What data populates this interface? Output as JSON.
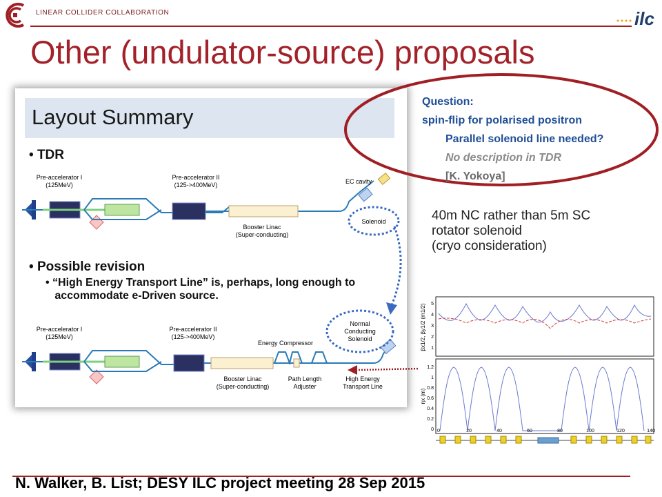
{
  "header": {
    "org_name": "LINEAR COLLIDER COLLABORATION",
    "ilc_logo": "ilc",
    "accent_color": "#a01f24"
  },
  "title": "Other (undulator-source) proposals",
  "slide": {
    "title": "Layout Summary",
    "bullets": [
      "TDR",
      "Possible revision"
    ],
    "sub_bullet": [
      "“High Energy Transport Line” is, perhaps, long enough to",
      "accommodate e-Driven source."
    ],
    "tdr_diagram": {
      "pre1": [
        "Pre-accelerator I",
        "(125MeV)"
      ],
      "pre2": [
        "Pre-accelerator II",
        "(125->400MeV)"
      ],
      "booster": [
        "Booster Linac",
        "(Super-conducting)"
      ],
      "ec_cavity": "EC cavity",
      "solenoid": "Solenoid"
    },
    "revision_diagram": {
      "pre1": [
        "Pre-accelerator I",
        "(125MeV)"
      ],
      "pre2": [
        "Pre-accelerator II",
        "(125->400MeV)"
      ],
      "energy_compressor": "Energy Compressor",
      "booster": [
        "Booster Linac",
        "(Super-conducting)"
      ],
      "path_length": [
        "Path Length",
        "Adjuster"
      ],
      "hetl": [
        "High Energy",
        "Transport Line"
      ],
      "solenoid": [
        "Normal",
        "Conducting",
        "Solenoid"
      ]
    }
  },
  "question": {
    "line1": "Question:",
    "line2": "spin-flip for polarised positron",
    "line3": "Parallel solenoid line needed?",
    "line4": "No description in TDR",
    "line5": "[K. Yokoya]"
  },
  "nc_note": [
    "40m NC rather than 5m SC",
    "rotator solenoid",
    "(cryo consideration)"
  ],
  "plots": {
    "top_ylabel": "βx1/2, βy1/2 (m1/2)",
    "top_yticks": [
      "1",
      "2",
      "3",
      "4",
      "5"
    ],
    "bottom_ylabel": "ηx (m)",
    "bottom_yticks": [
      "0",
      "0.2",
      "0.4",
      "0.6",
      "0.8",
      "1",
      "1.2"
    ],
    "xticks": [
      "0",
      "20",
      "40",
      "60",
      "80",
      "100",
      "120",
      "140"
    ]
  },
  "footer": "N. Walker, B. List; DESY ILC project meeting 28 Sep 2015"
}
